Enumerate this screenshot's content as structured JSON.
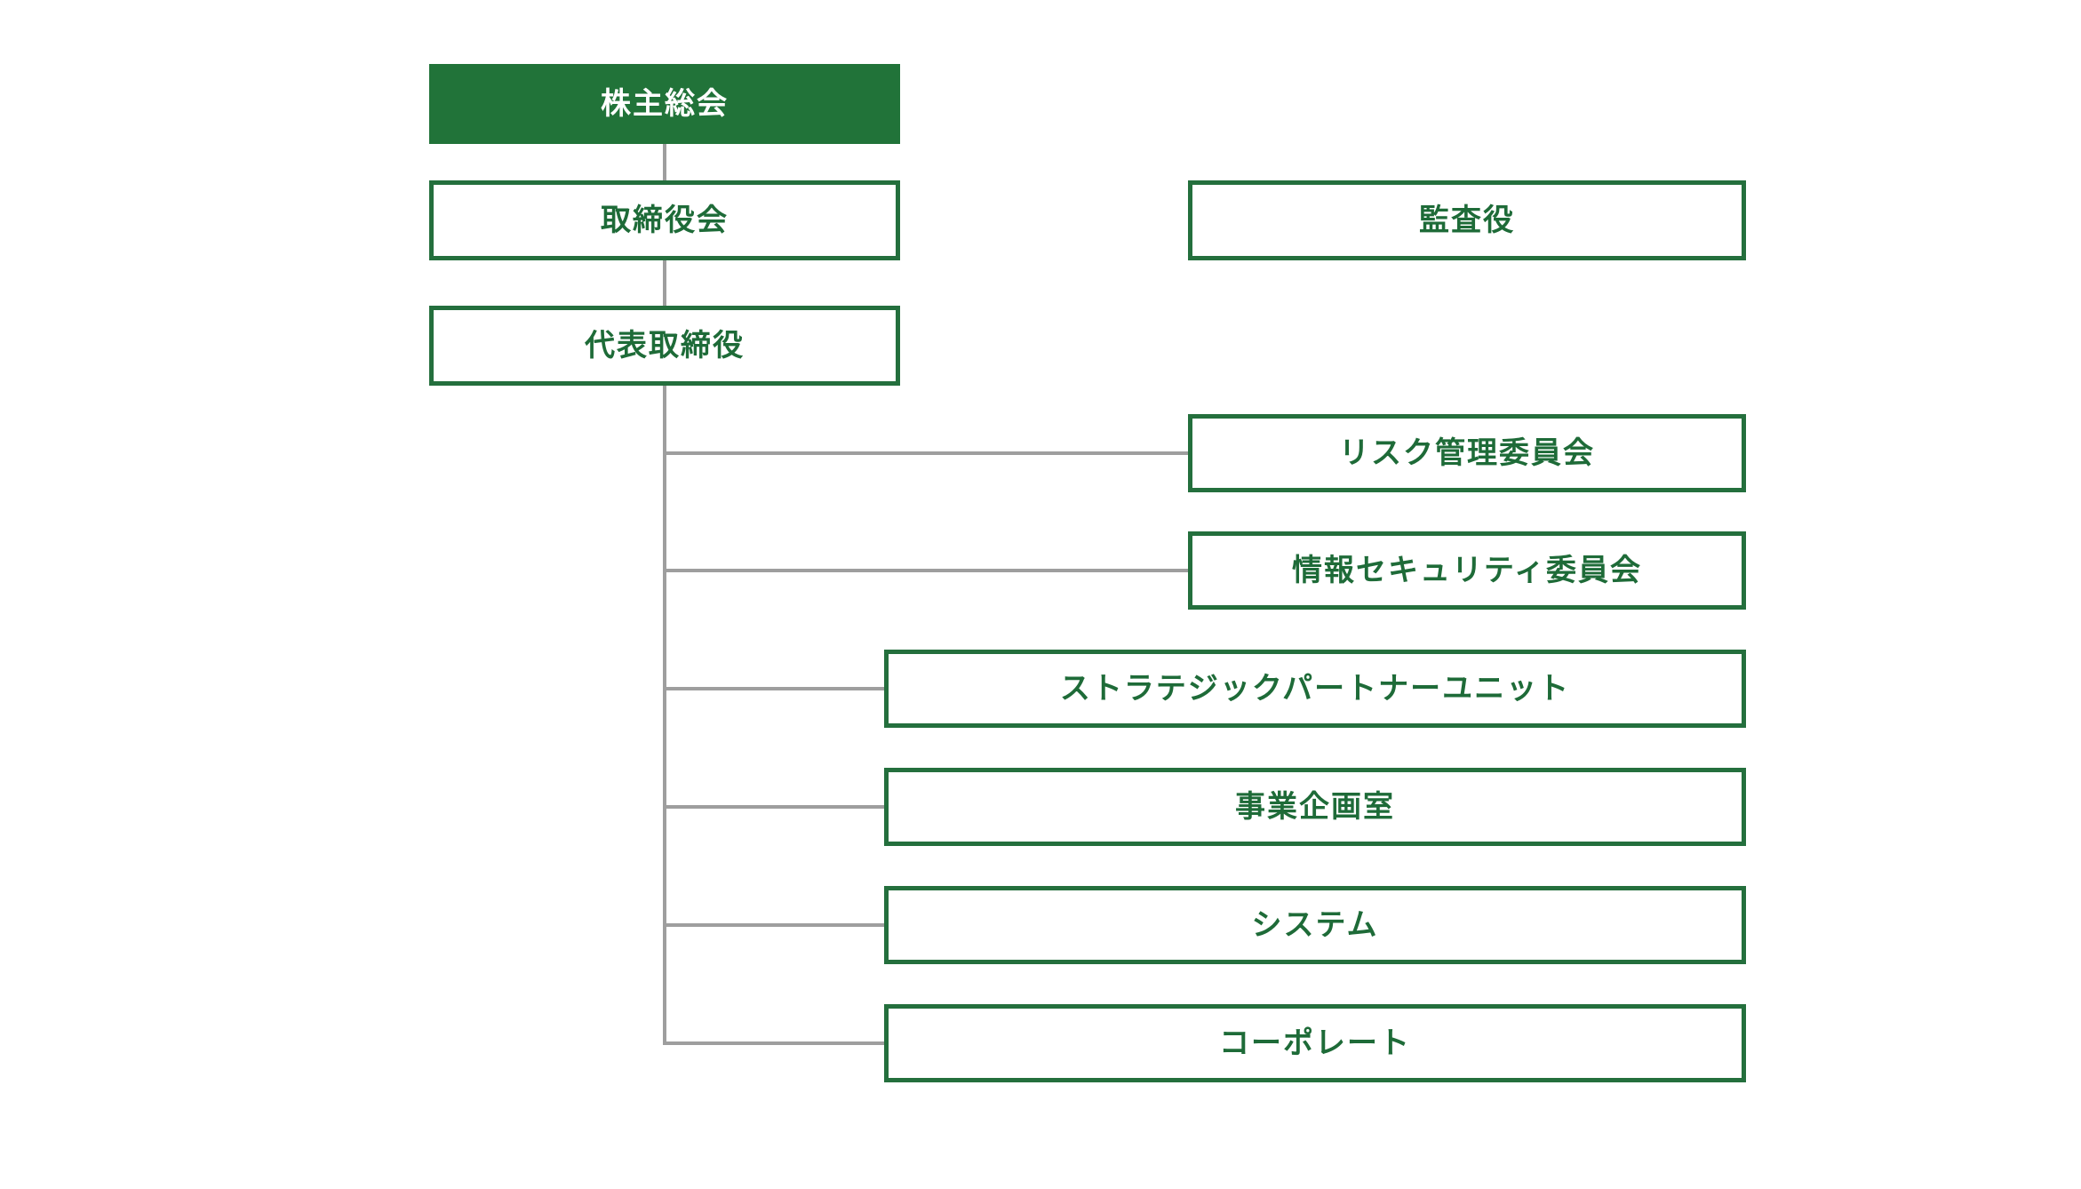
{
  "diagram_type": "organization-chart",
  "language": "ja",
  "colors": {
    "box_fill_green": "#217339",
    "box_border_green": "#246f3d",
    "box_text_green": "#1e6b38",
    "root_text": "#ffffff",
    "connector_gray": "#9e9e9e",
    "background": "#ffffff"
  },
  "nodes": [
    {
      "id": "shareholders-meeting",
      "label": "株主総会",
      "style": "filled"
    },
    {
      "id": "board-of-directors",
      "label": "取締役会",
      "style": "outlined"
    },
    {
      "id": "auditor",
      "label": "監査役",
      "style": "outlined"
    },
    {
      "id": "representative-director",
      "label": "代表取締役",
      "style": "outlined"
    },
    {
      "id": "risk-management-committee",
      "label": "リスク管理委員会",
      "style": "outlined"
    },
    {
      "id": "information-security-committee",
      "label": "情報セキュリティ委員会",
      "style": "outlined"
    },
    {
      "id": "strategic-partner-unit",
      "label": "ストラテジックパートナーユニット",
      "style": "outlined"
    },
    {
      "id": "business-planning-office",
      "label": "事業企画室",
      "style": "outlined"
    },
    {
      "id": "system-division",
      "label": "システム",
      "style": "outlined"
    },
    {
      "id": "corporate-division",
      "label": "コーポレート",
      "style": "outlined"
    }
  ],
  "hierarchy": {
    "root": "株主総会",
    "edges": [
      {
        "from": "株主総会",
        "to": "取締役会"
      },
      {
        "from": "取締役会",
        "to": "代表取締役"
      },
      {
        "from": "代表取締役",
        "to": "リスク管理委員会"
      },
      {
        "from": "代表取締役",
        "to": "情報セキュリティ委員会"
      },
      {
        "from": "代表取締役",
        "to": "ストラテジックパートナーユニット"
      },
      {
        "from": "代表取締役",
        "to": "事業企画室"
      },
      {
        "from": "代表取締役",
        "to": "システム"
      },
      {
        "from": "代表取締役",
        "to": "コーポレート"
      }
    ],
    "unconnected_nodes": [
      "監査役"
    ]
  }
}
